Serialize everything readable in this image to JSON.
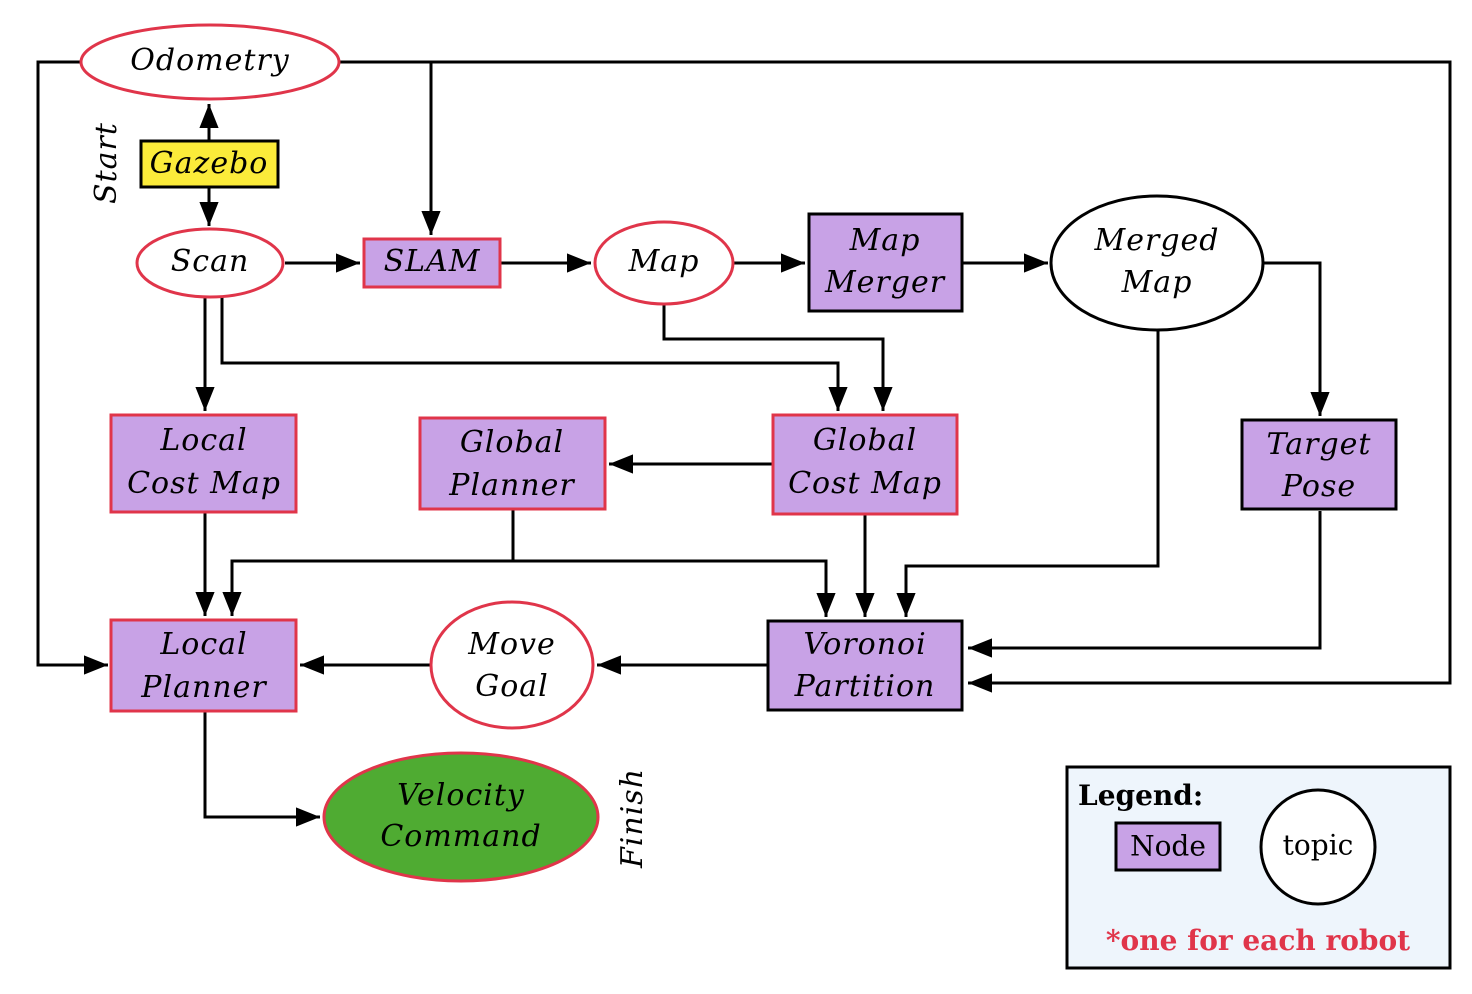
{
  "colors": {
    "node_fill": "#c8a2e6",
    "gazebo_fill": "#fbeb3a",
    "velocity_fill": "#4fab32",
    "per_robot_border": "#e0354a",
    "legend_bg": "#eef5fc"
  },
  "nodes": {
    "odometry": {
      "line1": "Odometry"
    },
    "gazebo": {
      "line1": "Gazebo"
    },
    "scan": {
      "line1": "Scan"
    },
    "slam": {
      "line1": "SLAM"
    },
    "map": {
      "line1": "Map"
    },
    "map_merger": {
      "line1": "Map",
      "line2": "Merger"
    },
    "merged_map": {
      "line1": "Merged",
      "line2": "Map"
    },
    "local_cost_map": {
      "line1": "Local",
      "line2": "Cost Map"
    },
    "global_planner": {
      "line1": "Global",
      "line2": "Planner"
    },
    "global_cost_map": {
      "line1": "Global",
      "line2": "Cost Map"
    },
    "target_pose": {
      "line1": "Target",
      "line2": "Pose"
    },
    "local_planner": {
      "line1": "Local",
      "line2": "Planner"
    },
    "move_goal": {
      "line1": "Move",
      "line2": "Goal"
    },
    "voronoi_partition": {
      "line1": "Voronoi",
      "line2": "Partition"
    },
    "velocity_command": {
      "line1": "Velocity",
      "line2": "Command"
    }
  },
  "annotations": {
    "start": "Start",
    "finish": "Finish"
  },
  "legend": {
    "title": "Legend:",
    "node_label": "Node",
    "topic_label": "topic",
    "note": "*one for each robot"
  }
}
